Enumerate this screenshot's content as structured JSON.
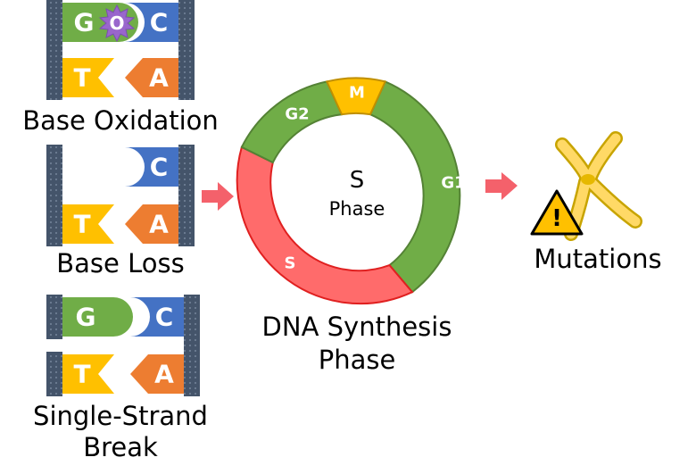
{
  "damage_types": [
    {
      "caption": "Base Oxidation",
      "top_left_base": "G",
      "oxidation_marker": "O",
      "top_right_base": "C",
      "bottom_left_base": "T",
      "bottom_right_base": "A"
    },
    {
      "caption": "Base Loss",
      "top_right_base": "C",
      "bottom_left_base": "T",
      "bottom_right_base": "A"
    },
    {
      "caption_line1": "Single-Strand",
      "caption_line2": "Break",
      "top_left_base": "G",
      "top_right_base": "C",
      "bottom_left_base": "T",
      "bottom_right_base": "A"
    }
  ],
  "cell_cycle": {
    "center_title": "S",
    "center_subtitle": "Phase",
    "phases": [
      {
        "label": "M",
        "color": "#ffc000"
      },
      {
        "label": "G1",
        "color": "#70ad47"
      },
      {
        "label": "S",
        "color": "#ff6b6b"
      },
      {
        "label": "G2",
        "color": "#70ad47"
      }
    ],
    "caption_line1": "DNA Synthesis",
    "caption_line2": "Phase"
  },
  "outcome": {
    "caption": "Mutations",
    "warning_symbol": "!"
  },
  "colors": {
    "guanine": "#70ad47",
    "cytosine": "#4472c4",
    "thymine": "#ffc000",
    "adenine": "#ed7d31",
    "backbone": "#44546a",
    "arrow": "#f4616b",
    "oxidation": "#9966cc",
    "chromosome": "#ffd966"
  }
}
